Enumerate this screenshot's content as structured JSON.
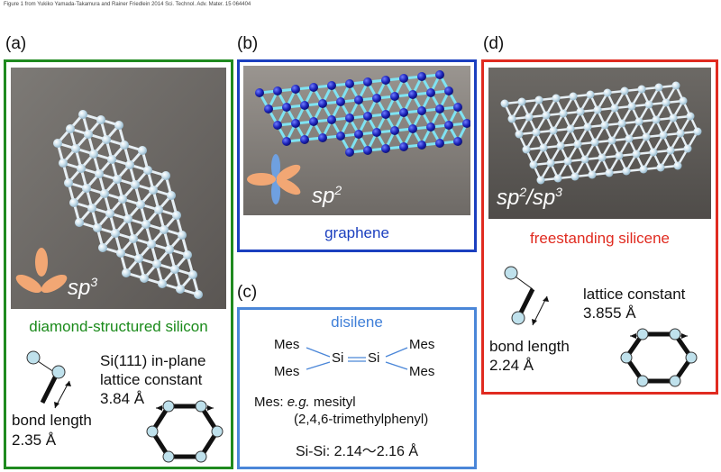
{
  "caption": "Figure 1 from Yukiko Yamada-Takamura and Rainer Friedlein 2014 Sci. Technol. Adv. Mater. 15 064404",
  "panels": {
    "a": {
      "label": "(a)",
      "title": "diamond-structured silicon",
      "orbital_base": "sp",
      "orbital_sup": "3",
      "bond_label": "bond length",
      "bond_value": "2.35 Å",
      "lattice_line1": "Si(111) in-plane",
      "lattice_line2": "lattice constant",
      "lattice_value": "3.84 Å"
    },
    "b": {
      "label": "(b)",
      "title": "graphene",
      "orbital_base": "sp",
      "orbital_sup": "2"
    },
    "c": {
      "label": "(c)",
      "title": "disilene",
      "mes": "Mes",
      "si": "Si",
      "mes_def_prefix": "Mes: ",
      "mes_def_eg": "e.g.",
      "mes_def_name": " mesityl",
      "mes_def_full": "(2,4,6-trimethylphenyl)",
      "sisi": "Si-Si: 2.14～2.16 Å"
    },
    "d": {
      "label": "(d)",
      "title": "freestanding silicene",
      "orbital_base1": "sp",
      "orbital_sup1": "2",
      "orbital_slash": "/sp",
      "orbital_sup2": "3",
      "lattice_line1": "lattice constant",
      "lattice_value": "3.855 Å",
      "bond_label": "bond length",
      "bond_value": "2.24 Å"
    }
  },
  "colors": {
    "green": "#1f8a1f",
    "blue": "#1b3fbf",
    "light_blue": "#4a86d8",
    "red": "#e02b20",
    "orbital": "#f2a774",
    "orbital_blue": "#6fa0e0"
  }
}
